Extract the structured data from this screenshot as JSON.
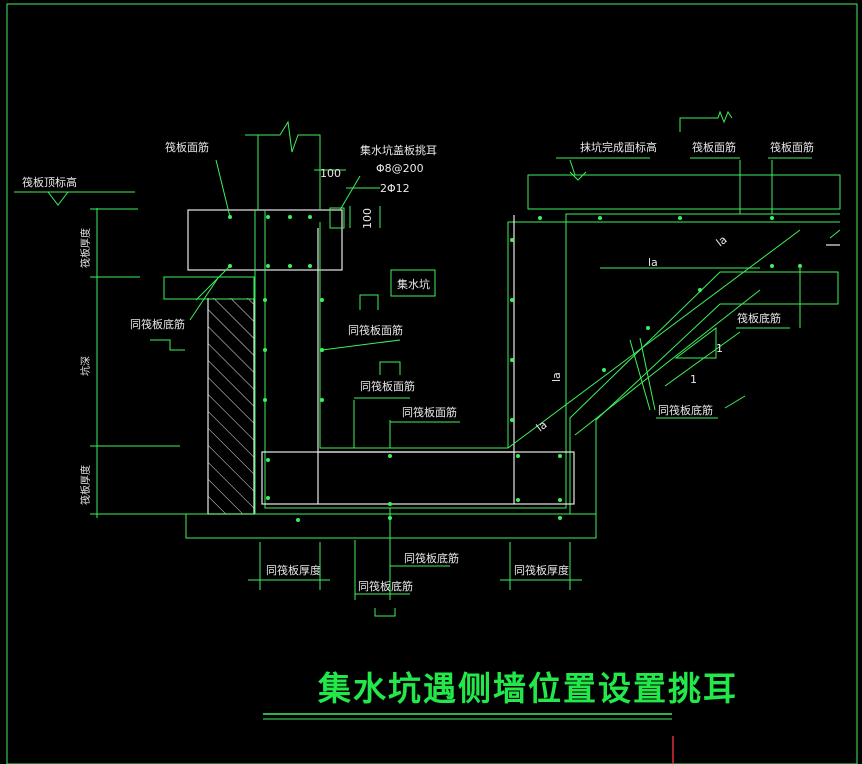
{
  "colors": {
    "background": "#000000",
    "line": "#3df05a",
    "text": "#e8e8e8",
    "title": "#22e84a",
    "cursor": "#e03030"
  },
  "labels": {
    "raft_top_elev": "筏板顶标高",
    "raft_face_rebar_1": "筏板面筋",
    "lug_title": "集水坑盖板挑耳",
    "lug_spec_1": "Φ8@200",
    "lug_spec_2": "2Φ12",
    "dim_100_h": "100",
    "dim_100_v": "100",
    "backfill_elev": "抹坑完成面标高",
    "raft_face_rebar_2": "筏板面筋",
    "raft_face_rebar_3": "筏板面筋",
    "raft_thickness_1": "筏板厚度",
    "pit_depth": "坑深",
    "raft_thickness_2": "筏板厚度",
    "same_raft_bottom_1": "同筏板底筋",
    "sump_pit": "集水坑",
    "same_raft_face_1": "同筏板面筋",
    "same_raft_face_2": "同筏板面筋",
    "same_raft_face_3": "同筏板面筋",
    "la_1": "la",
    "la_2": "la",
    "la_3": "la",
    "la_4": "la",
    "raft_bottom_rebar": "筏板底筋",
    "slope_1": "1",
    "slope_2": "1",
    "same_raft_bottom_2": "同筏板底筋",
    "same_raft_bottom_3": "同筏板底筋",
    "same_raft_bottom_4": "同筏板底筋",
    "same_raft_thk_1": "同筏板厚度",
    "same_raft_thk_2": "同筏板厚度"
  },
  "title": "集水坑遇侧墙位置设置挑耳"
}
